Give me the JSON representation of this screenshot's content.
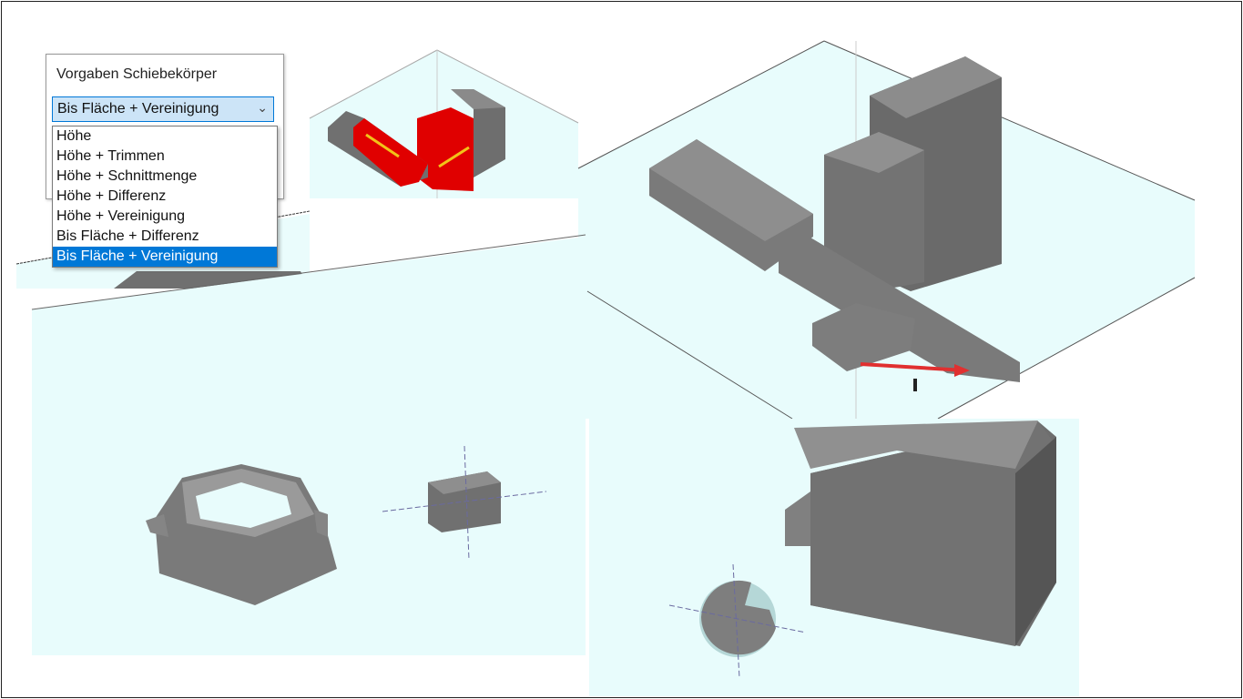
{
  "dialog": {
    "title": "Vorgaben Schiebekörper",
    "selected_value": "Bis Fläche + Vereinigung",
    "options": [
      "Höhe",
      "Höhe + Trimmen",
      "Höhe + Schnittmenge",
      "Höhe + Differenz",
      "Höhe + Vereinigung",
      "Bis Fläche + Differenz",
      "Bis Fläche + Vereinigung"
    ],
    "selected_index": 6
  },
  "colors": {
    "viewport_bg": "#e8fcfc",
    "solid_top": "#8a8a8a",
    "solid_side": "#6e6e6e",
    "highlight_red": "#e00000",
    "selection_blue": "#0078d7",
    "arrow_yellow": "#f2c318",
    "arrow_red": "#e03030"
  }
}
